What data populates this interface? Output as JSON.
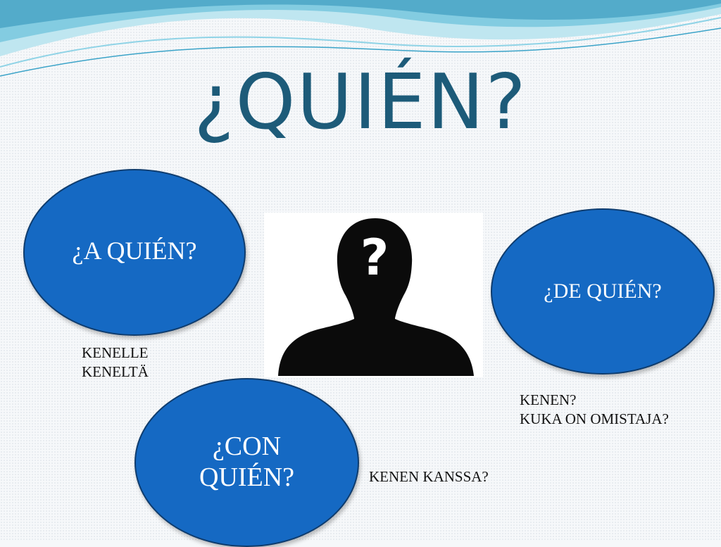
{
  "title": "¿QUIÉN?",
  "bubbles": {
    "a_quien": "¿A QUIÉN?",
    "de_quien": "¿DE QUIÉN?",
    "con_quien": "¿CON\nQUIÉN?"
  },
  "notes": {
    "a_quien": [
      "KENELLE",
      "KENELTÄ"
    ],
    "de_quien": [
      "KENEN?",
      "KUKA ON OMISTAJA?"
    ],
    "con_quien": [
      "KENEN KANSSA?"
    ]
  },
  "portrait": {
    "question_mark": "?"
  },
  "colors": {
    "title": "#1d5b79",
    "bubble_fill": "#1569c3",
    "bubble_border": "#0e3c6e",
    "wave_light": "#bfe6f0",
    "wave_mid": "#6fc3dc",
    "wave_dark": "#2c8fb8"
  },
  "icons": [
    "unknown-person-silhouette-icon"
  ]
}
